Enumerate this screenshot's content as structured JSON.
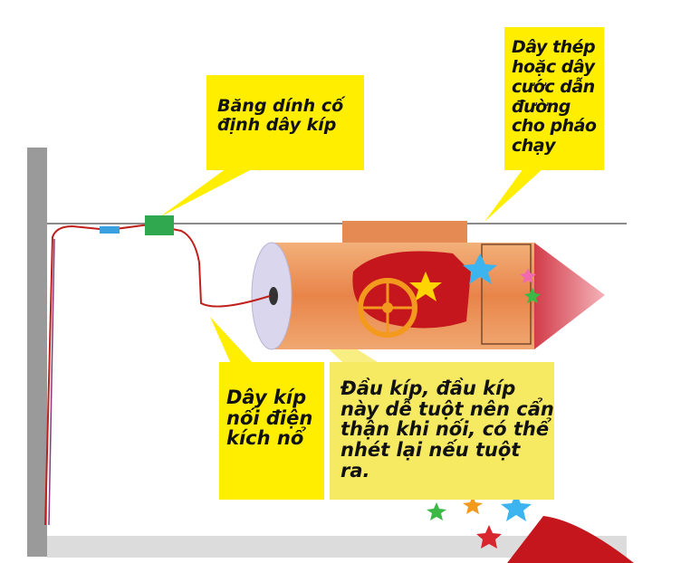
{
  "callouts": {
    "tape": "Băng dính cố định dây kíp",
    "guide_wire": "Dây thép hoặc dây cước dẫn đường cho pháo chạy",
    "detonator_wire": "Dây kíp nối điện kích nổ",
    "detonator_head": "Đầu kíp, đầu kíp này dễ tuột nên cẩn thận khi nối, có thể nhét lại nếu tuột ra."
  },
  "colors": {
    "callout_yellow": "#ffee00",
    "callout_pale": "#f6ea62",
    "pole": "#9a9a9a",
    "wire": "#c0201c",
    "rocket_body": "#e8884a",
    "cannon": "#c4161c"
  }
}
